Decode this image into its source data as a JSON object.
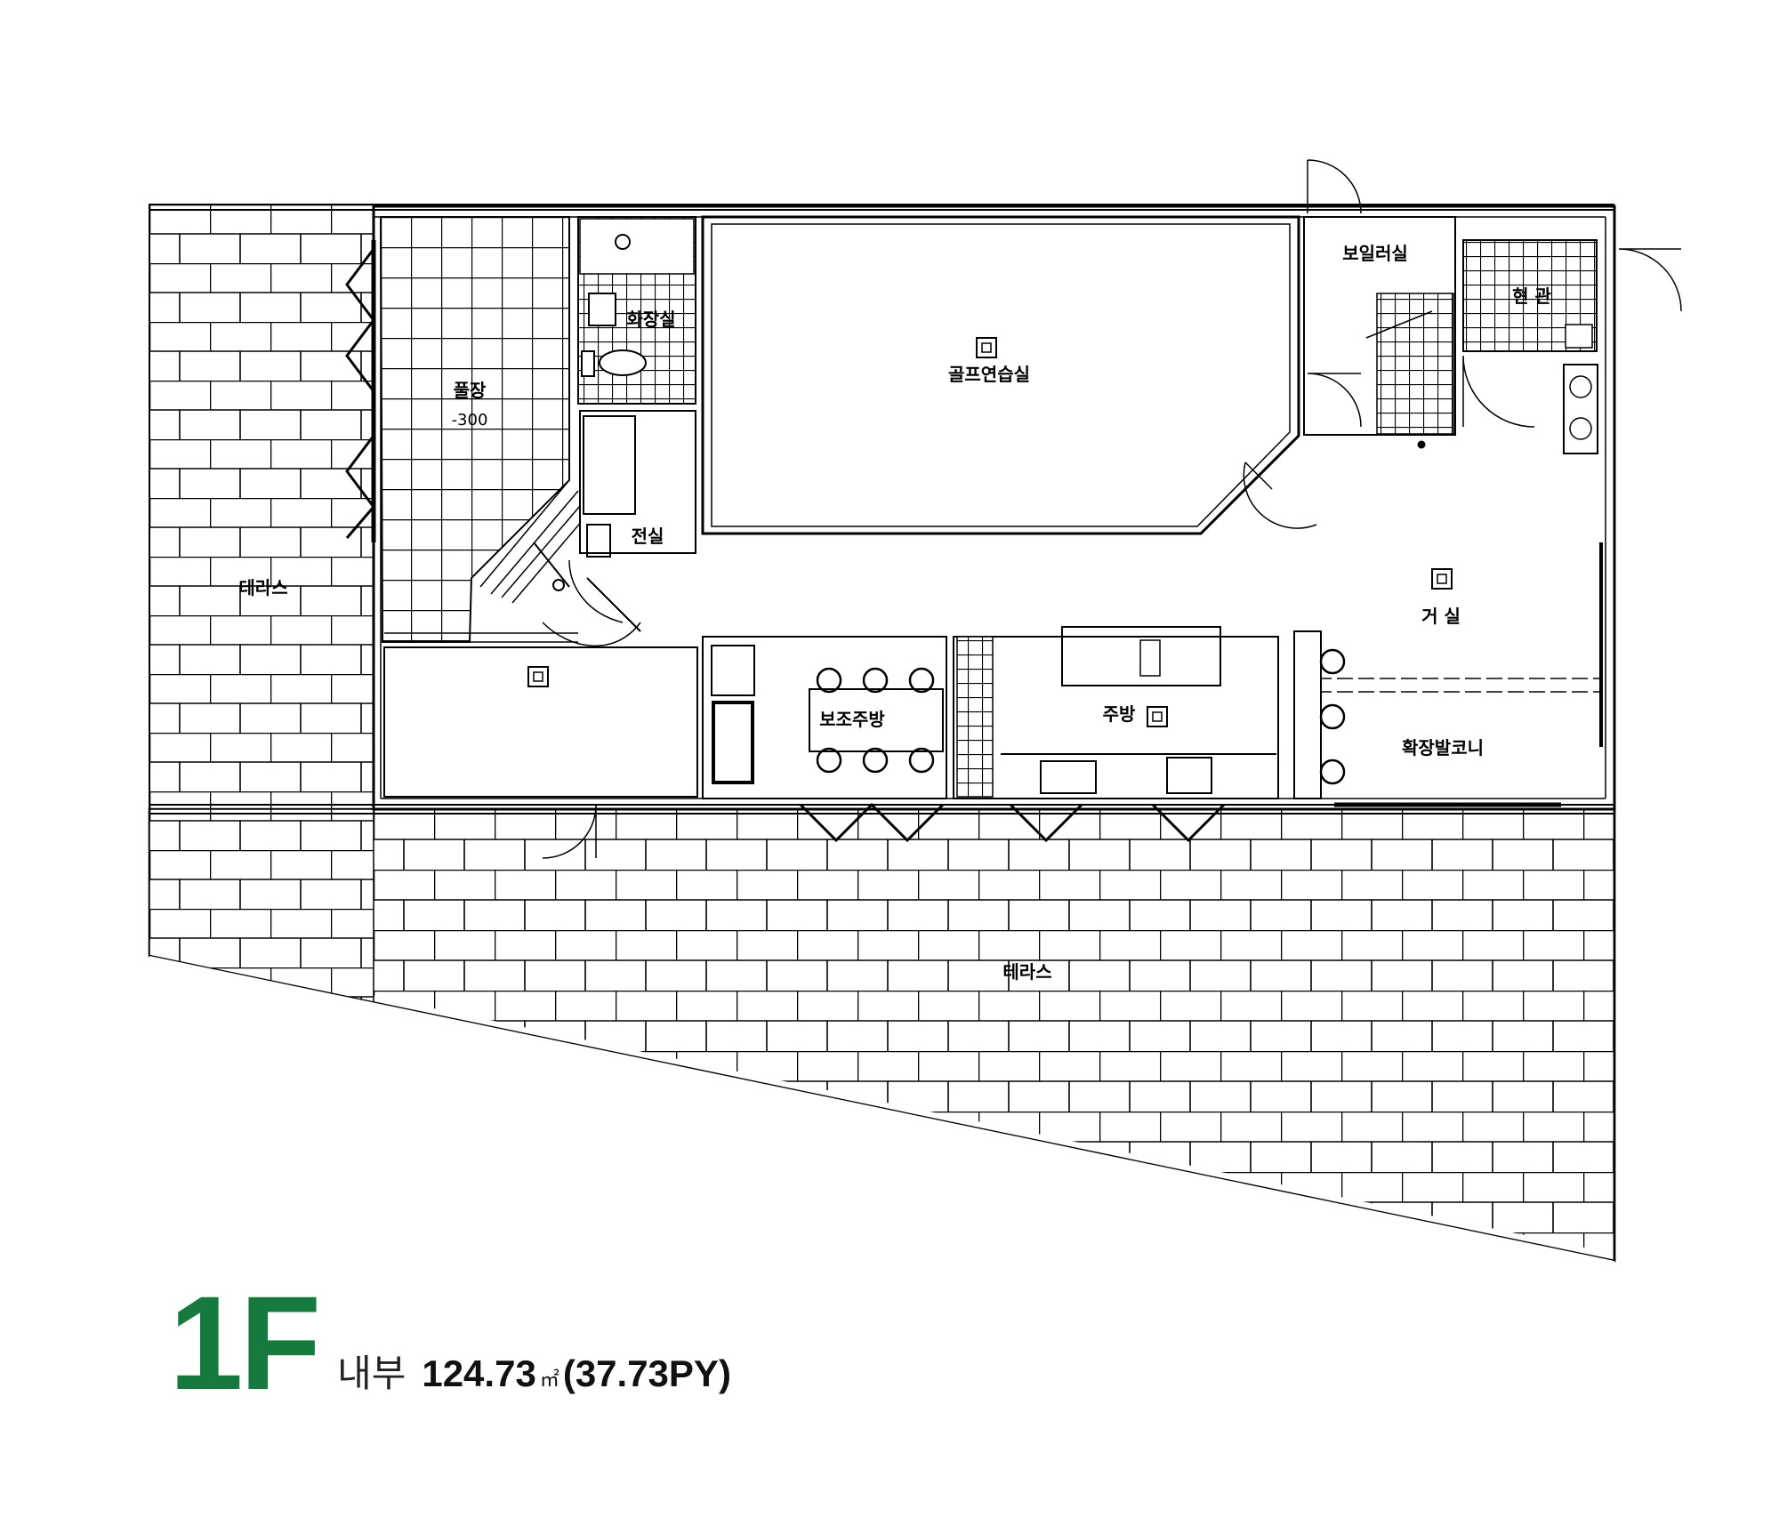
{
  "floor": {
    "number": "1F",
    "area_kind": "내부",
    "area_value": "124.73",
    "area_unit": "㎡",
    "area_py": "(37.73PY)"
  },
  "rooms": {
    "terrace_left": "테라스",
    "terrace_bottom": "테라스",
    "pool": "풀장",
    "pool_depth": "-300",
    "bathroom": "화장실",
    "laundry": "전실",
    "golf_room": "골프연습실",
    "boiler_room": "보일러실",
    "entrance": "현 관",
    "living_room": "거 실",
    "sub_kitchen": "보조주방",
    "kitchen": "주방",
    "balcony": "확장발코니"
  },
  "colors": {
    "floor_number": "#167a3e",
    "lines": "#000000"
  }
}
